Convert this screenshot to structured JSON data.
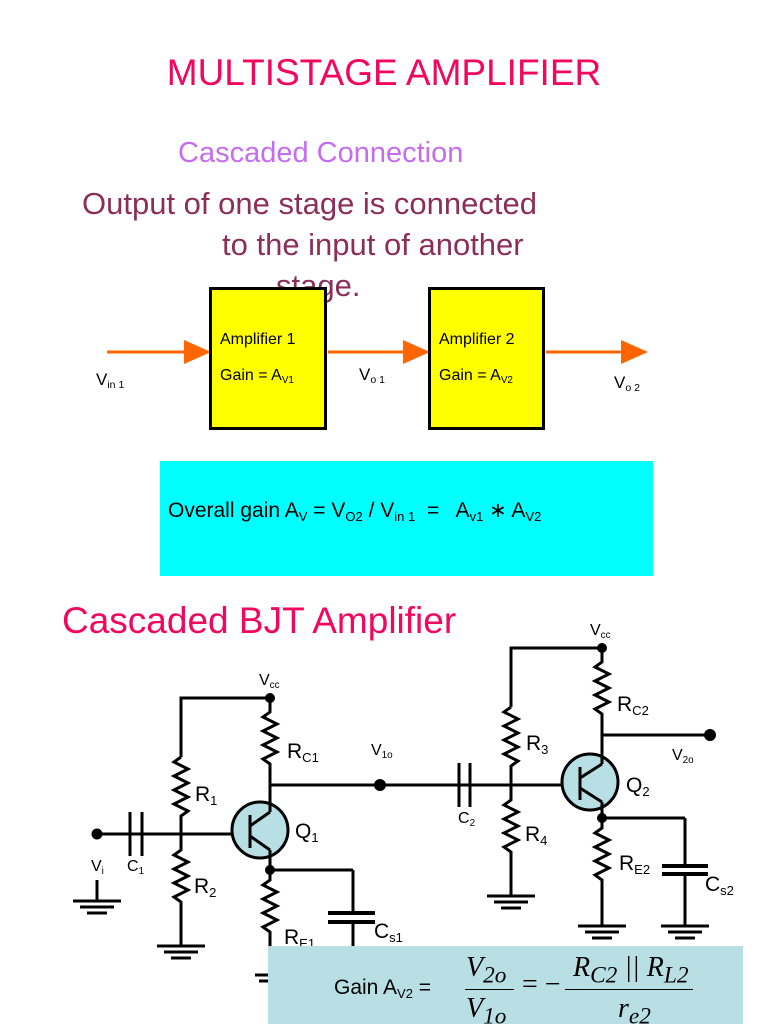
{
  "title": "MULTISTAGE AMPLIFIER",
  "subtitle": "Cascaded Connection",
  "description": {
    "line1": "Output of one stage is connected",
    "line2": "to the input of another",
    "line3": "stage."
  },
  "block_diagram": {
    "input_label": {
      "main": "V",
      "sub": "in 1"
    },
    "amplifiers": [
      {
        "name": "Amplifier 1",
        "gain_prefix": "Gain = A",
        "gain_sub": "V1"
      },
      {
        "name": "Amplifier 2",
        "gain_prefix": "Gain = A",
        "gain_sub": "V2"
      }
    ],
    "mid_label": {
      "main": "V",
      "sub": "o 1"
    },
    "output_label": {
      "main": "V",
      "sub": "o 2"
    },
    "arrow_color": "#ff6600",
    "box_color": "#ffff00"
  },
  "overall_gain": {
    "t1": "Overall gain A",
    "s1": "V",
    "t2": " = V",
    "s2": "O2",
    "t3": " / V",
    "s3": "in 1",
    "t4": "  =   A",
    "s4": "v1",
    "t5": " ∗ A",
    "s5": "V2",
    "bg_color": "#00ffff"
  },
  "section_title": "Cascaded BJT Amplifier",
  "circuit": {
    "vcc1": {
      "main": "V",
      "sub": "cc"
    },
    "vcc2": {
      "main": "V",
      "sub": "cc"
    },
    "rc1": {
      "main": "R",
      "sub": "C1"
    },
    "v1o": {
      "main": "V",
      "sub": "1o"
    },
    "r1": {
      "main": "R",
      "sub": "1"
    },
    "r2": {
      "main": "R",
      "sub": "2"
    },
    "c1": {
      "main": "C",
      "sub": "1"
    },
    "vi": {
      "main": "V",
      "sub": "i"
    },
    "q1": {
      "main": "Q",
      "sub": "1"
    },
    "re1": {
      "main": "R",
      "sub": "E1"
    },
    "cs1": {
      "main": "C",
      "sub": "s1"
    },
    "c2": {
      "main": "C",
      "sub": "2"
    },
    "r3": {
      "main": "R",
      "sub": "3"
    },
    "r4": {
      "main": "R",
      "sub": "4"
    },
    "rc2": {
      "main": "R",
      "sub": "C2"
    },
    "v2o": {
      "main": "V",
      "sub": "2o"
    },
    "q2": {
      "main": "Q",
      "sub": "2"
    },
    "re2": {
      "main": "R",
      "sub": "E2"
    },
    "cs2": {
      "main": "C",
      "sub": "s2"
    },
    "transistor_fill": "#b8e0e4"
  },
  "gain_formula": {
    "prefix": "Gain A",
    "prefix_sub": "V2",
    "eq": " =",
    "num1": "V",
    "num1_sub": "2o",
    "den1": "V",
    "den1_sub": "1o",
    "mid": "= −",
    "num2": "R",
    "num2_sub1": "C2",
    "num2_mid": " || R",
    "num2_sub2": "L2",
    "den2": "r",
    "den2_sub": "e2",
    "bg_color": "#b8e0e4"
  }
}
